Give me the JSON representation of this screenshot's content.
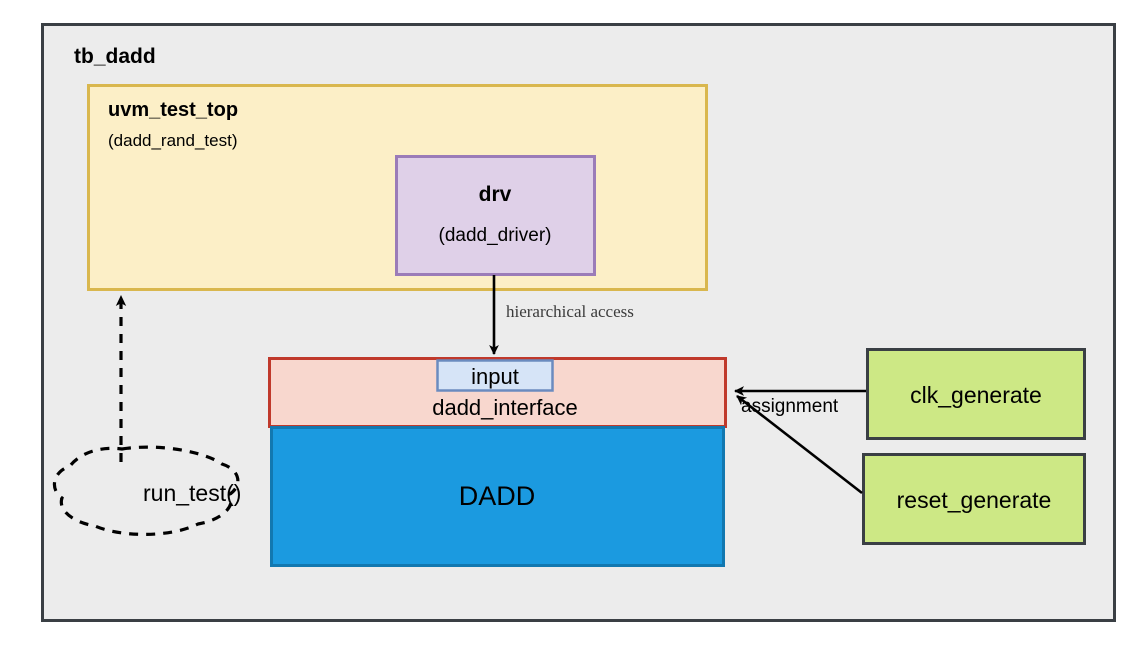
{
  "diagram": {
    "title": "tb_dadd",
    "type": "uvm-testbench-architecture"
  },
  "blocks": {
    "tb_top": {
      "label": "tb_dadd",
      "fill": "#ECECEC",
      "stroke": "#3A3F44"
    },
    "uvm_test_top": {
      "label": "uvm_test_top",
      "sublabel": "(dadd_rand_test)",
      "fill": "#FCEFC7",
      "stroke": "#D9B74E"
    },
    "drv": {
      "label": "drv",
      "sublabel": "(dadd_driver)",
      "fill": "#DFD0E8",
      "stroke": "#9B7CB8"
    },
    "input_port": {
      "label": "input",
      "fill": "#D6E4F7",
      "stroke": "#6B8BBF"
    },
    "dadd_interface": {
      "label": "dadd_interface",
      "fill": "#F8D7CE",
      "stroke": "#C0392B"
    },
    "dadd_dut": {
      "label": "DADD",
      "fill": "#1B9AE0",
      "stroke": "#1278B0",
      "text_color": "#FFFFFF"
    },
    "clk_generate": {
      "label": "clk_generate",
      "fill": "#CDE885",
      "stroke": "#3A3F44"
    },
    "reset_generate": {
      "label": "reset_generate",
      "fill": "#CDE885",
      "stroke": "#3A3F44"
    },
    "run_test_cloud": {
      "label": "run_test()",
      "fill": "none",
      "stroke": "#000000"
    }
  },
  "connectors": [
    {
      "name": "hierarchical-access",
      "label": "hierarchical access",
      "from": "drv",
      "to": "input_port",
      "style": "solid-arrow"
    },
    {
      "name": "assignment-clk",
      "label": "assignment",
      "from": "clk_generate",
      "to": "dadd_interface",
      "style": "solid-arrow"
    },
    {
      "name": "assignment-reset",
      "label": "",
      "from": "reset_generate",
      "to": "dadd_interface",
      "style": "solid-arrow"
    },
    {
      "name": "run-test-call",
      "label": "",
      "from": "run_test_cloud",
      "to": "uvm_test_top",
      "style": "dashed-arrow"
    }
  ]
}
